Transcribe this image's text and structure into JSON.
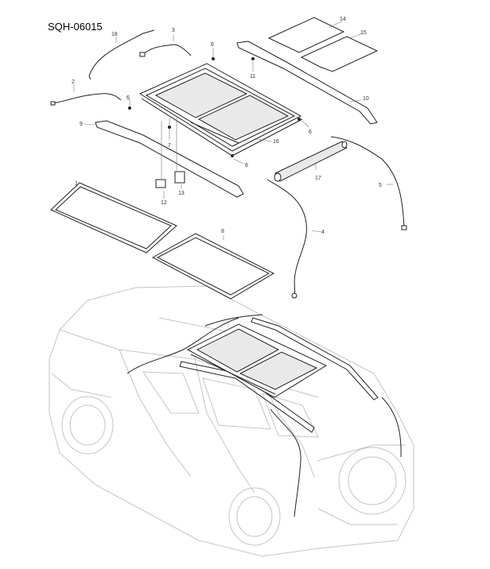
{
  "diagram_code": "SQH-06015",
  "callouts": {
    "c1": "1",
    "c2": "2",
    "c3": "3",
    "c4": "4",
    "c5": "5",
    "c6a": "6",
    "c6b": "6",
    "c6c": "6",
    "c6d": "6",
    "c7": "7",
    "c8": "8",
    "c9": "9",
    "c10": "10",
    "c11": "11",
    "c12": "12",
    "c13": "13",
    "c14": "14",
    "c15": "15",
    "c16": "16",
    "c17": "17",
    "c18": "18"
  }
}
